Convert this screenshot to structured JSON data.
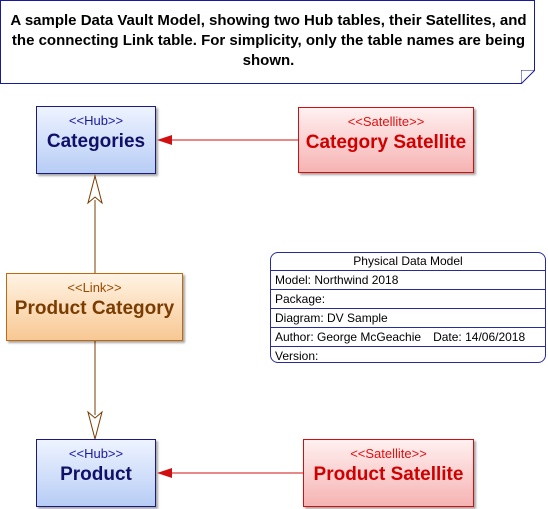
{
  "note": {
    "text": "A sample Data Vault Model, showing two Hub tables, their Satellites, and the connecting Link table. For simplicity, only the table names are being shown."
  },
  "hubs": {
    "categories": {
      "stereotype": "<<Hub>>",
      "name": "Categories"
    },
    "product": {
      "stereotype": "<<Hub>>",
      "name": "Product"
    }
  },
  "satellites": {
    "category": {
      "stereotype": "<<Satellite>>",
      "name": "Category Satellite"
    },
    "product": {
      "stereotype": "<<Satellite>>",
      "name": "Product Satellite"
    }
  },
  "links": {
    "product_category": {
      "stereotype": "<<Link>>",
      "name": "Product Category"
    }
  },
  "model_info": {
    "title": "Physical Data Model",
    "model": "Model: Northwind 2018",
    "package": "Package:",
    "diagram": "Diagram: DV Sample",
    "author": "Author: George McGeachie",
    "date": "Date: 14/06/2018",
    "version": "Version:"
  },
  "colors": {
    "hub_border": "#1a1a80",
    "satellite_border": "#d01010",
    "link_border": "#c06a10",
    "satellite_connector": "#d01010",
    "link_connector": "#7a3c00"
  }
}
